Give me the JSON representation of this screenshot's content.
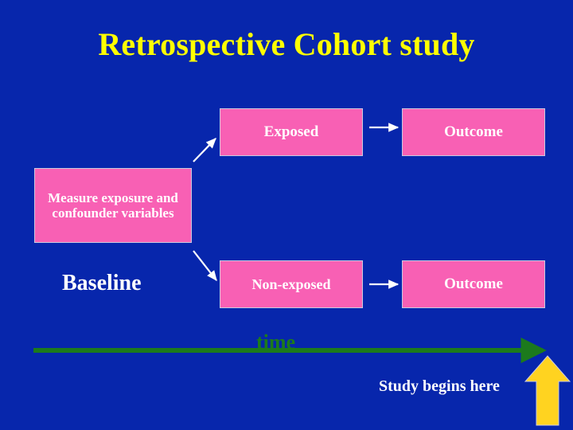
{
  "slide": {
    "title": "Retrospective Cohort study",
    "background_color": "#0726ac",
    "title_color": "#ffff00",
    "box_fill_color": "#f860b4",
    "box_text_color": "#ffffff",
    "time_axis_color": "#1c7a1c",
    "marker_arrow_color": "#ffd320"
  },
  "boxes": {
    "measure": "Measure exposure and confounder variables",
    "exposed": "Exposed",
    "outcome_top": "Outcome",
    "non_exposed": "Non-exposed",
    "outcome_bottom": "Outcome"
  },
  "labels": {
    "baseline": "Baseline",
    "time": "time",
    "study_begins": "Study begins here"
  },
  "connectors": [
    {
      "name": "measure-to-exposed",
      "style": "diagonal-up-arrow"
    },
    {
      "name": "measure-to-non-exposed",
      "style": "diagonal-down-arrow"
    },
    {
      "name": "exposed-to-outcome",
      "style": "horizontal-right-arrow"
    },
    {
      "name": "non-exposed-to-outcome",
      "style": "horizontal-right-arrow"
    },
    {
      "name": "time-axis",
      "style": "horizontal-right-arrow"
    },
    {
      "name": "study-start-marker",
      "style": "up-arrow"
    }
  ]
}
